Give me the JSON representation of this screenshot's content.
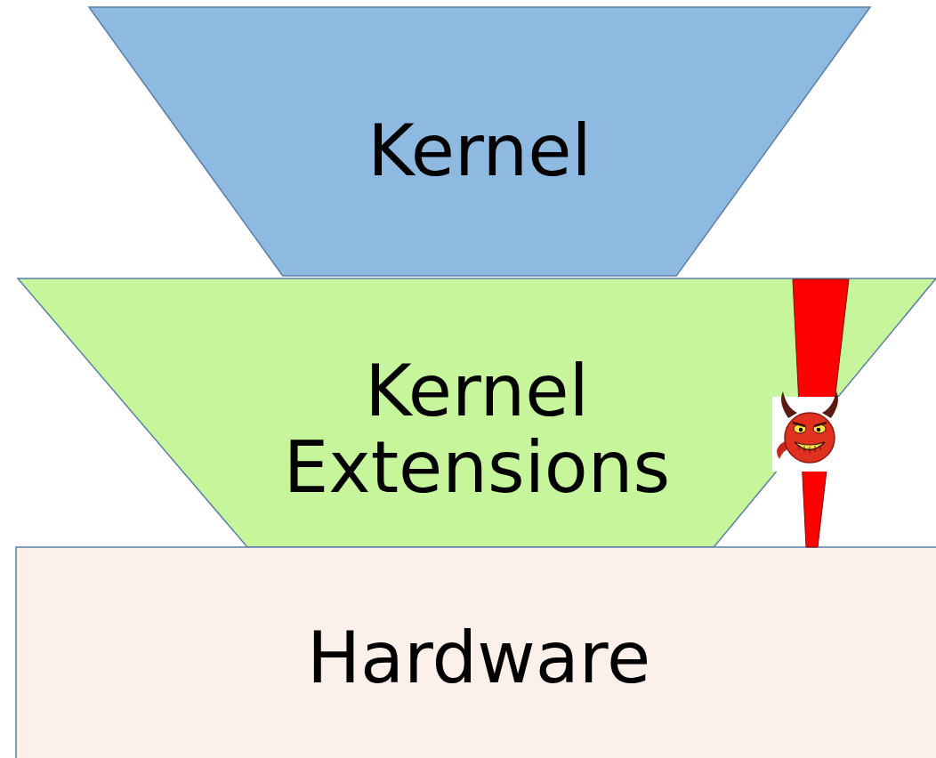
{
  "diagram": {
    "nodes": [
      {
        "text": [
          "Kernel"
        ]
      },
      {
        "text": [
          "Kernel Extensions"
        ]
      },
      {
        "text": [
          "Hardware"
        ]
      }
    ]
  }
}
